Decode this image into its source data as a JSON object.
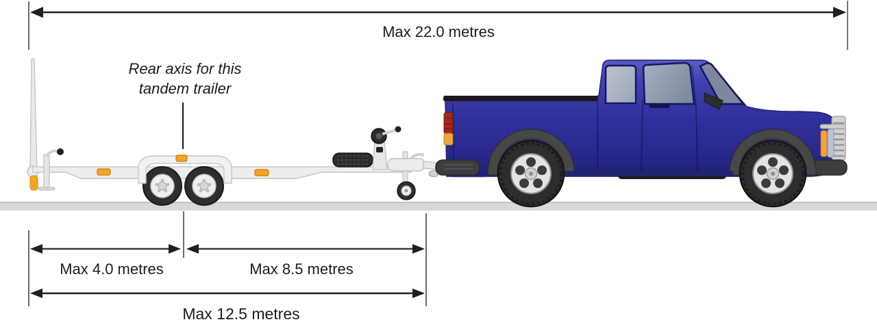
{
  "diagram": {
    "type": "vehicle-length-limits",
    "labels": {
      "overall_length": "Max 22.0 metres",
      "rear_axis_note_line1": "Rear axis for this",
      "rear_axis_note_line2": "tandem trailer",
      "rear_overhang": "Max 4.0 metres",
      "axle_to_coupling": "Max 8.5 metres",
      "trailer_total": "Max 12.5 metres"
    },
    "colors": {
      "truck_body_blue": "#3434a4",
      "marker_orange": "#f6a426",
      "taillight_red": "#a6271d",
      "trailer_gray": "#eeeeee",
      "ground_gray": "#d8d8d8",
      "dimension_line": "#2b2b2b",
      "tire_dark": "#2e2e2e"
    }
  }
}
